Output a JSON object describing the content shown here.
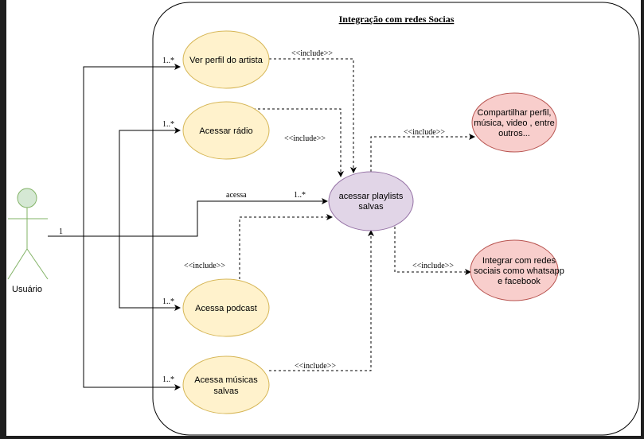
{
  "system": {
    "title": "Integração com redes Socias"
  },
  "actor": {
    "name": "Usuário",
    "multiplicity": "1"
  },
  "use_cases": {
    "artista": {
      "lines": [
        "Ver perfil do artista"
      ],
      "multiplicity": "1..*"
    },
    "radio": {
      "lines": [
        "Acessar rádio"
      ],
      "multiplicity": "1..*"
    },
    "podcast": {
      "lines": [
        "Acessa podcast"
      ],
      "multiplicity": "1..*"
    },
    "musicas": {
      "lines": [
        "Acessa músicas",
        "salvas"
      ],
      "multiplicity": "1..*"
    },
    "playlists": {
      "lines": [
        "acessar playlists",
        "salvas"
      ],
      "multiplicity": "1..*"
    },
    "compartilhar": {
      "lines": [
        "Compartilhar perfil,",
        "música, video , entre",
        "outros..."
      ]
    },
    "integrar": {
      "lines": [
        "Integrar com redes",
        "sociais como whatsapp",
        "e facebook"
      ]
    }
  },
  "relations": {
    "acessa_label": "acessa",
    "include_label": "<<include>>"
  },
  "colors": {
    "yellow_fill": "#fff2cc",
    "yellow_stroke": "#d6b656",
    "purple_fill": "#e1d5e7",
    "purple_stroke": "#9673a6",
    "red_fill": "#f8cecc",
    "red_stroke": "#b85450",
    "actor_fill": "#d5e8d4",
    "actor_stroke": "#82b366"
  }
}
